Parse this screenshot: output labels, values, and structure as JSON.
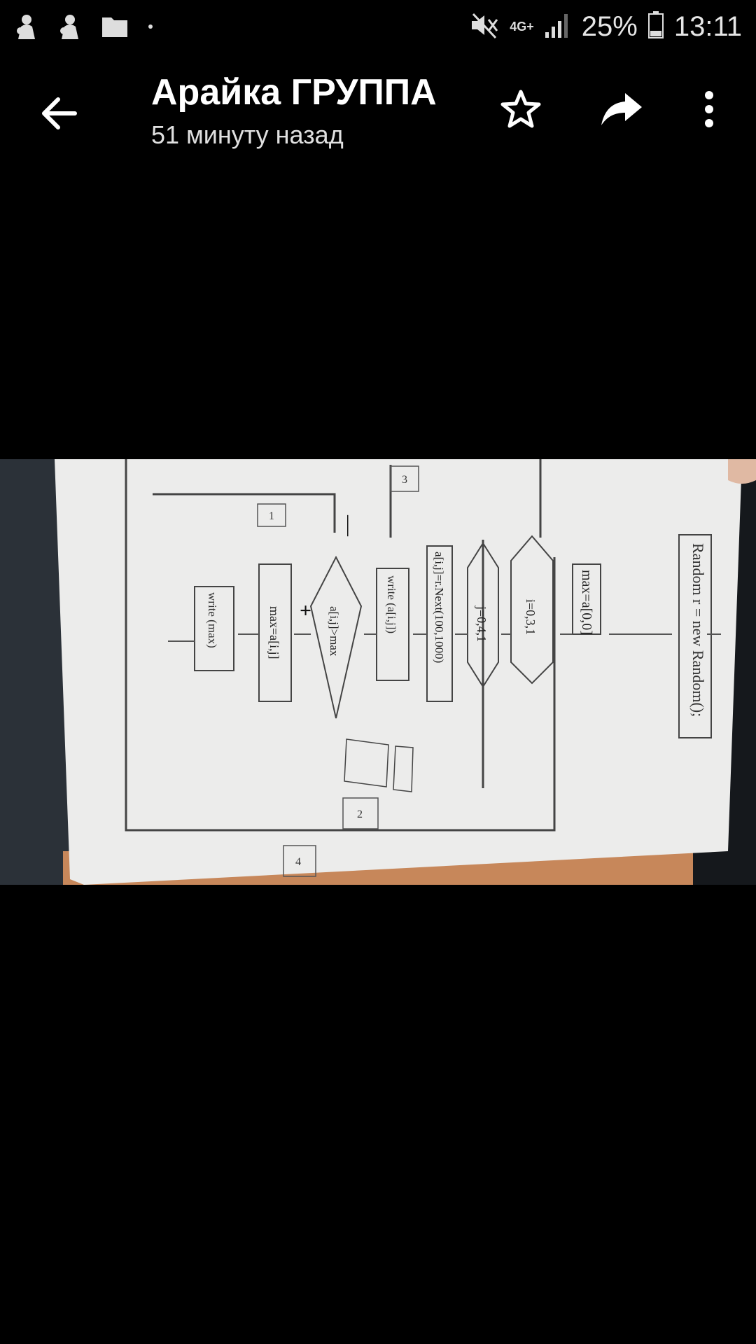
{
  "status_bar": {
    "battery": "25%",
    "time": "13:11",
    "network": "4G+",
    "icons": [
      "notification-icon",
      "notification-icon",
      "folder-icon",
      "dot-icon",
      "mute-icon",
      "signal-icon",
      "battery-icon"
    ]
  },
  "header": {
    "title": "Арайка ГРУППА",
    "subtitle": "51 минуту назад",
    "icons": [
      "back-arrow-icon",
      "star-icon",
      "share-icon",
      "more-vert-icon"
    ]
  },
  "image": {
    "flowchart": {
      "start_box": "Random r = new Random();",
      "init_box": "max=a[0,0]",
      "loop_i": "i=0,3,1",
      "loop_j": "j=0,4,1",
      "assign_box": "a[i,j]=r.Next(100,1000)",
      "write_box": "write (a[i,j])",
      "condition": "a[i,j]>max",
      "max_box": "max=a[i,j]",
      "output_box": "write (max)",
      "plus_sign": "+",
      "minus_sign": "—",
      "labels": [
        "1",
        "2",
        "3",
        "4"
      ]
    }
  }
}
